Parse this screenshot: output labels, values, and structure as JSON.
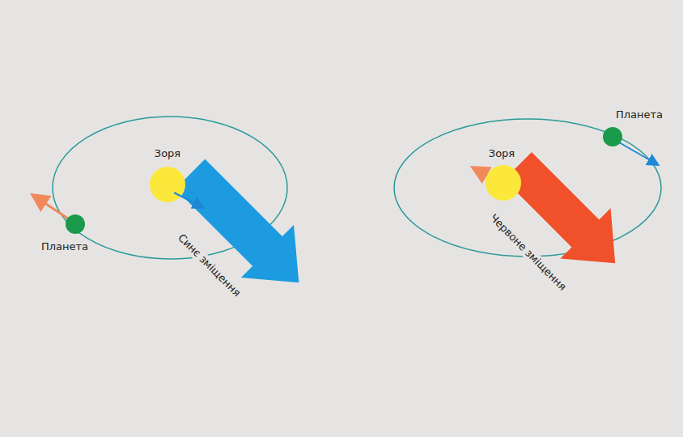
{
  "diagram": {
    "labels": [
      "Зоря",
      "Планета",
      "Синє зміщення",
      "Зоря",
      "Планета",
      "Червоне зміщення"
    ]
  }
}
